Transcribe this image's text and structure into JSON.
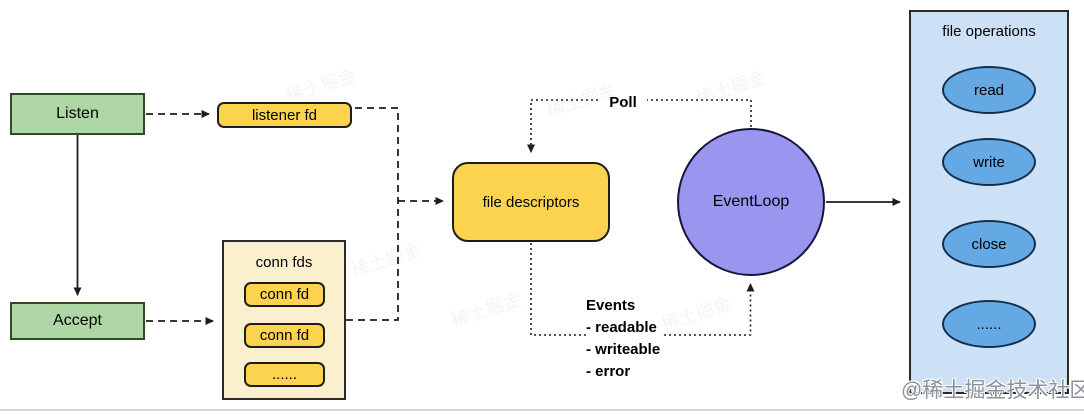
{
  "diagram": {
    "listen": {
      "label": "Listen"
    },
    "accept": {
      "label": "Accept"
    },
    "listener_fd": {
      "label": "listener fd"
    },
    "conn_fds": {
      "title": "conn fds",
      "items": [
        "conn fd",
        "conn fd",
        "......"
      ]
    },
    "file_descriptors": {
      "label": "file descriptors"
    },
    "event_loop": {
      "label": "EventLoop"
    },
    "file_operations": {
      "title": "file operations",
      "items": [
        "read",
        "write",
        "close",
        "......"
      ]
    },
    "edges": {
      "poll_label": "Poll",
      "events_title": "Events",
      "events_items": [
        "- readable",
        "- writeable",
        "- error"
      ]
    },
    "colors": {
      "green_fill": "#aed7a5",
      "yellow_fill": "#fbd34f",
      "cream_fill": "#faf0cd",
      "purple_fill": "#9a96f0",
      "light_blue_fill": "#cde1f6",
      "blue_ellipse_fill": "#64a9e4",
      "line": "#1d1d1d"
    },
    "watermark": {
      "brand": "@稀土掘金技术社区",
      "faint": "稀土掘金"
    }
  }
}
